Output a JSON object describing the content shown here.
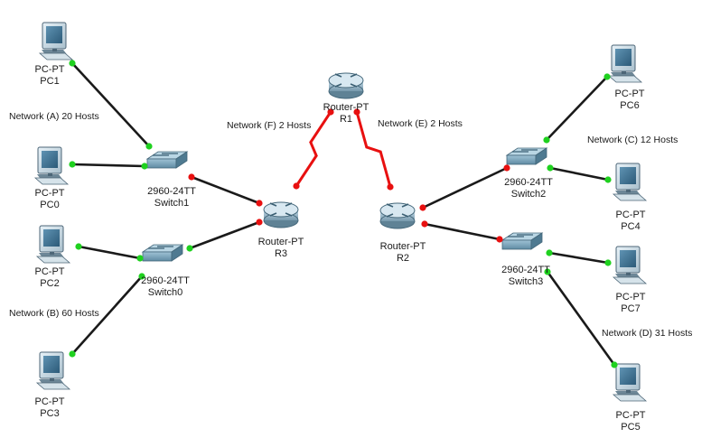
{
  "colors": {
    "ethernet": "#1a1a1a",
    "serial": "#e81010",
    "port_up": "#1fd11f",
    "port_down": "#e81010",
    "serial_label": "#e81010",
    "device_label": "#1a1a1a"
  },
  "devices": [
    {
      "id": "pc1",
      "kind": "pc",
      "icon": "pc-icon",
      "label1": "PC-PT",
      "label2": "PC1"
    },
    {
      "id": "pc0",
      "kind": "pc",
      "icon": "pc-icon",
      "label1": "PC-PT",
      "label2": "PC0"
    },
    {
      "id": "pc2",
      "kind": "pc",
      "icon": "pc-icon",
      "label1": "PC-PT",
      "label2": "PC2"
    },
    {
      "id": "pc3",
      "kind": "pc",
      "icon": "pc-icon",
      "label1": "PC-PT",
      "label2": "PC3"
    },
    {
      "id": "sw1",
      "kind": "switch",
      "icon": "switch-icon",
      "label1": "2960-24TT",
      "label2": "Switch1"
    },
    {
      "id": "sw0",
      "kind": "switch",
      "icon": "switch-icon",
      "label1": "2960-24TT",
      "label2": "Switch0"
    },
    {
      "id": "r3",
      "kind": "router",
      "icon": "router-icon",
      "label1": "Router-PT",
      "label2": "R3"
    },
    {
      "id": "r1",
      "kind": "router",
      "icon": "router-icon",
      "label1": "Router-PT",
      "label2": "R1"
    },
    {
      "id": "r2",
      "kind": "router",
      "icon": "router-icon",
      "label1": "Router-PT",
      "label2": "R2"
    },
    {
      "id": "sw2",
      "kind": "switch",
      "icon": "switch-icon",
      "label1": "2960-24TT",
      "label2": "Switch2"
    },
    {
      "id": "sw3",
      "kind": "switch",
      "icon": "switch-icon",
      "label1": "2960-24TT",
      "label2": "Switch3"
    },
    {
      "id": "pc6",
      "kind": "pc",
      "icon": "pc-icon",
      "label1": "PC-PT",
      "label2": "PC6"
    },
    {
      "id": "pc4",
      "kind": "pc",
      "icon": "pc-icon",
      "label1": "PC-PT",
      "label2": "PC4"
    },
    {
      "id": "pc7",
      "kind": "pc",
      "icon": "pc-icon",
      "label1": "PC-PT",
      "label2": "PC7"
    },
    {
      "id": "pc5",
      "kind": "pc",
      "icon": "pc-icon",
      "label1": "PC-PT",
      "label2": "PC5"
    }
  ],
  "links": [
    {
      "from": "pc1",
      "to": "sw1",
      "type": "ethernet",
      "from_status": "up",
      "to_status": "up"
    },
    {
      "from": "pc0",
      "to": "sw1",
      "type": "ethernet",
      "from_status": "up",
      "to_status": "up"
    },
    {
      "from": "sw1",
      "to": "r3",
      "type": "ethernet",
      "from_status": "down",
      "to_status": "down"
    },
    {
      "from": "pc2",
      "to": "sw0",
      "type": "ethernet",
      "from_status": "up",
      "to_status": "up"
    },
    {
      "from": "pc3",
      "to": "sw0",
      "type": "ethernet",
      "from_status": "up",
      "to_status": "up"
    },
    {
      "from": "sw0",
      "to": "r3",
      "type": "ethernet",
      "from_status": "up",
      "to_status": "down"
    },
    {
      "from": "r3",
      "to": "r1",
      "type": "serial",
      "from_status": "down",
      "to_status": "down"
    },
    {
      "from": "r1",
      "to": "r2",
      "type": "serial",
      "from_status": "down",
      "to_status": "down"
    },
    {
      "from": "r2",
      "to": "sw2",
      "type": "ethernet",
      "from_status": "down",
      "to_status": "down"
    },
    {
      "from": "r2",
      "to": "sw3",
      "type": "ethernet",
      "from_status": "down",
      "to_status": "down"
    },
    {
      "from": "sw2",
      "to": "pc6",
      "type": "ethernet",
      "from_status": "up",
      "to_status": "up"
    },
    {
      "from": "sw2",
      "to": "pc4",
      "type": "ethernet",
      "from_status": "up",
      "to_status": "up"
    },
    {
      "from": "sw3",
      "to": "pc7",
      "type": "ethernet",
      "from_status": "up",
      "to_status": "up"
    },
    {
      "from": "sw3",
      "to": "pc5",
      "type": "ethernet",
      "from_status": "up",
      "to_status": "up"
    }
  ],
  "network_labels": [
    {
      "id": "net-a",
      "text": "Network (A) 20 Hosts",
      "style": "normal"
    },
    {
      "id": "net-b",
      "text": "Network (B) 60 Hosts",
      "style": "normal"
    },
    {
      "id": "net-c",
      "text": "Network (C) 12 Hosts",
      "style": "normal"
    },
    {
      "id": "net-d",
      "text": "Network (D) 31 Hosts",
      "style": "normal"
    },
    {
      "id": "net-e",
      "text": "Network (E) 2 Hosts",
      "style": "normal"
    },
    {
      "id": "net-f",
      "text": "Network (F) 2 Hosts",
      "style": "serial"
    }
  ]
}
